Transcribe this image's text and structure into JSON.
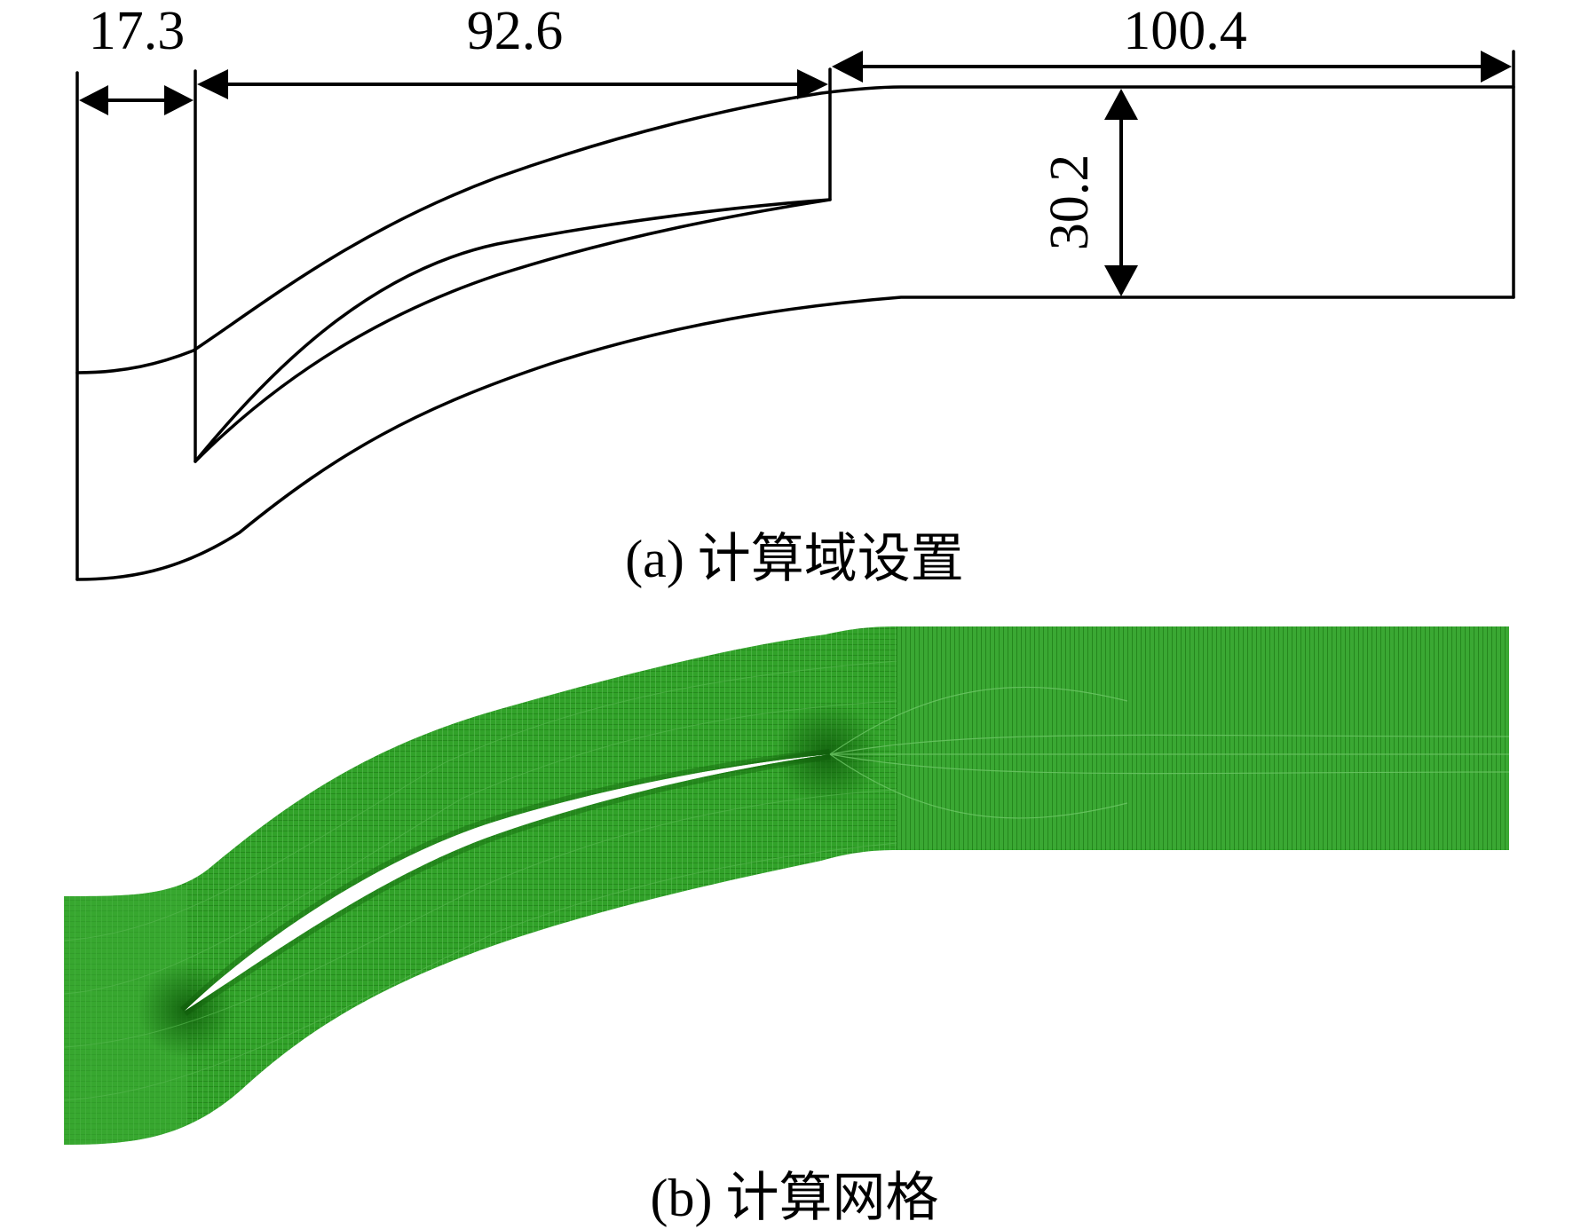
{
  "panel_a": {
    "caption": "(a) 计算域设置",
    "dimensions": {
      "inlet_length": "17.3",
      "blade_axial_length": "92.6",
      "outlet_length": "100.4",
      "pitch": "30.2"
    },
    "outline_color": "#000000"
  },
  "panel_b": {
    "caption": "(b) 计算网格",
    "mesh_color": "#2a9a22",
    "mesh_line_color": "#1d7a16"
  }
}
